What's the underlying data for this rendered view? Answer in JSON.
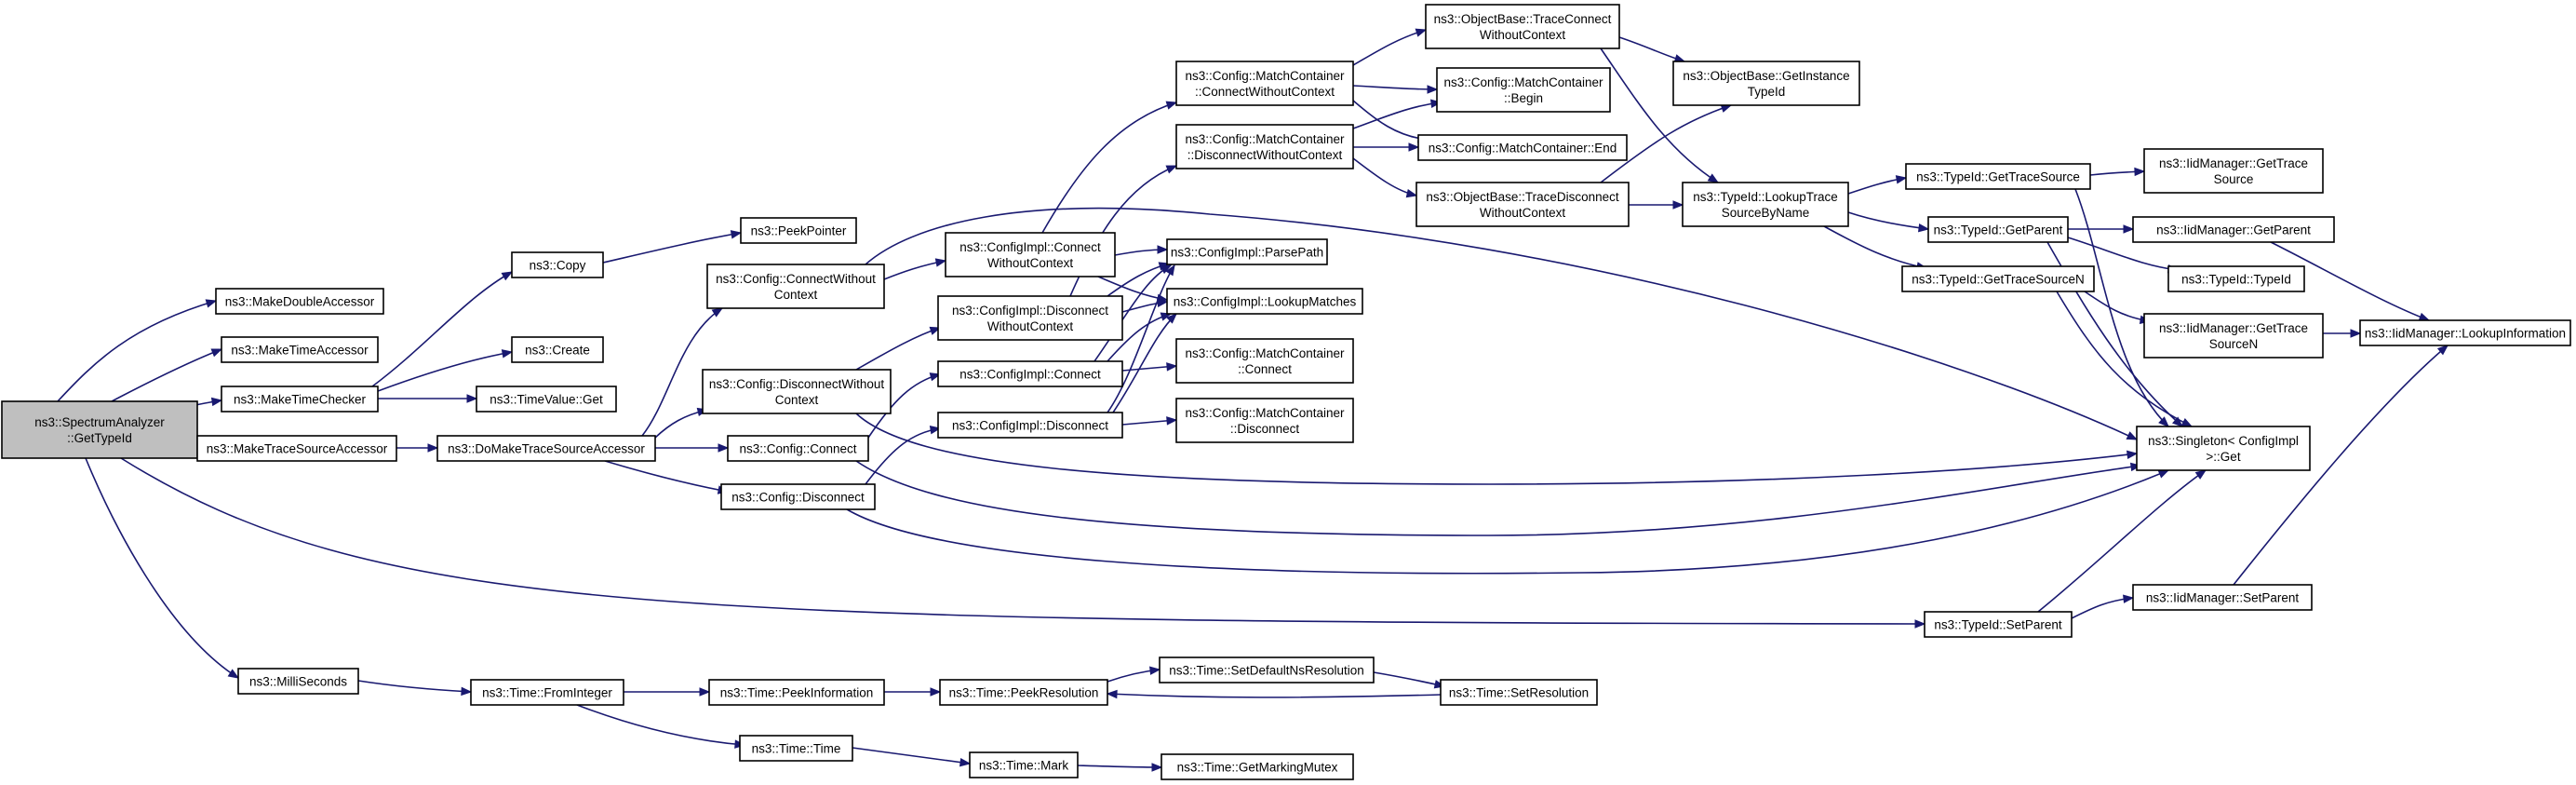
{
  "colors": {
    "edge": "#191970",
    "root_fill": "#bfbfbf",
    "node_fill": "#ffffff",
    "node_border": "#000000"
  },
  "nodes": {
    "root": {
      "lines": [
        "ns3::SpectrumAnalyzer",
        "::GetTypeId"
      ]
    },
    "makeDouble": {
      "lines": [
        "ns3::MakeDoubleAccessor"
      ]
    },
    "makeTimeAcc": {
      "lines": [
        "ns3::MakeTimeAccessor"
      ]
    },
    "makeTimeChk": {
      "lines": [
        "ns3::MakeTimeChecker"
      ]
    },
    "makeTrace": {
      "lines": [
        "ns3::MakeTraceSourceAccessor"
      ]
    },
    "milli": {
      "lines": [
        "ns3::MilliSeconds"
      ]
    },
    "copy": {
      "lines": [
        "ns3::Copy"
      ]
    },
    "create": {
      "lines": [
        "ns3::Create"
      ]
    },
    "timeValueGet": {
      "lines": [
        "ns3::TimeValue::Get"
      ]
    },
    "doMake": {
      "lines": [
        "ns3::DoMakeTraceSourceAccessor"
      ]
    },
    "peekPointer": {
      "lines": [
        "ns3::PeekPointer"
      ]
    },
    "cfgConnectWC": {
      "lines": [
        "ns3::Config::ConnectWithout",
        "Context"
      ]
    },
    "cfgDisconnectWC": {
      "lines": [
        "ns3::Config::DisconnectWithout",
        "Context"
      ]
    },
    "cfgConnect": {
      "lines": [
        "ns3::Config::Connect"
      ]
    },
    "cfgDisconnect": {
      "lines": [
        "ns3::Config::Disconnect"
      ]
    },
    "implConnectWC": {
      "lines": [
        "ns3::ConfigImpl::Connect",
        "WithoutContext"
      ]
    },
    "implDisconnectWC": {
      "lines": [
        "ns3::ConfigImpl::Disconnect",
        "WithoutContext"
      ]
    },
    "implConnect": {
      "lines": [
        "ns3::ConfigImpl::Connect"
      ]
    },
    "implDisconnect": {
      "lines": [
        "ns3::ConfigImpl::Disconnect"
      ]
    },
    "mcConnectWC": {
      "lines": [
        "ns3::Config::MatchContainer",
        "::ConnectWithoutContext"
      ]
    },
    "mcDisconnectWC": {
      "lines": [
        "ns3::Config::MatchContainer",
        "::DisconnectWithoutContext"
      ]
    },
    "parsePath": {
      "lines": [
        "ns3::ConfigImpl::ParsePath"
      ]
    },
    "lookupMatches": {
      "lines": [
        "ns3::ConfigImpl::LookupMatches"
      ]
    },
    "mcConnect": {
      "lines": [
        "ns3::Config::MatchContainer",
        "::Connect"
      ]
    },
    "mcDisconnect": {
      "lines": [
        "ns3::Config::MatchContainer",
        "::Disconnect"
      ]
    },
    "obTraceConnectWC": {
      "lines": [
        "ns3::ObjectBase::TraceConnect",
        "WithoutContext"
      ]
    },
    "mcBegin": {
      "lines": [
        "ns3::Config::MatchContainer",
        "::Begin"
      ]
    },
    "mcEnd": {
      "lines": [
        "ns3::Config::MatchContainer::End"
      ]
    },
    "obTraceDisconnectWC": {
      "lines": [
        "ns3::ObjectBase::TraceDisconnect",
        "WithoutContext"
      ]
    },
    "obGetInstance": {
      "lines": [
        "ns3::ObjectBase::GetInstance",
        "TypeId"
      ]
    },
    "lookupTrace": {
      "lines": [
        "ns3::TypeId::LookupTrace",
        "SourceByName"
      ]
    },
    "getTraceSource": {
      "lines": [
        "ns3::TypeId::GetTraceSource"
      ]
    },
    "getParent": {
      "lines": [
        "ns3::TypeId::GetParent"
      ]
    },
    "getTraceSourceN": {
      "lines": [
        "ns3::TypeId::GetTraceSourceN"
      ]
    },
    "typeIdCtor": {
      "lines": [
        "ns3::TypeId::TypeId"
      ]
    },
    "iidGetTraceSource": {
      "lines": [
        "ns3::IidManager::GetTrace",
        "Source"
      ]
    },
    "iidGetParent": {
      "lines": [
        "ns3::IidManager::GetParent"
      ]
    },
    "iidGetTraceSourceN": {
      "lines": [
        "ns3::IidManager::GetTrace",
        "SourceN"
      ]
    },
    "singleton": {
      "lines": [
        "ns3::Singleton< ConfigImpl",
        " >::Get"
      ]
    },
    "setParent": {
      "lines": [
        "ns3::TypeId::SetParent"
      ]
    },
    "iidSetParent": {
      "lines": [
        "ns3::IidManager::SetParent"
      ]
    },
    "lookupInfo": {
      "lines": [
        "ns3::IidManager::LookupInformation"
      ]
    },
    "fromInteger": {
      "lines": [
        "ns3::Time::FromInteger"
      ]
    },
    "peekInfo": {
      "lines": [
        "ns3::Time::PeekInformation"
      ]
    },
    "timeCtor": {
      "lines": [
        "ns3::Time::Time"
      ]
    },
    "peekRes": {
      "lines": [
        "ns3::Time::PeekResolution"
      ]
    },
    "mark": {
      "lines": [
        "ns3::Time::Mark"
      ]
    },
    "setDefaultNs": {
      "lines": [
        "ns3::Time::SetDefaultNsResolution"
      ]
    },
    "setRes": {
      "lines": [
        "ns3::Time::SetResolution"
      ]
    },
    "getMarkingMutex": {
      "lines": [
        "ns3::Time::GetMarkingMutex"
      ]
    }
  }
}
